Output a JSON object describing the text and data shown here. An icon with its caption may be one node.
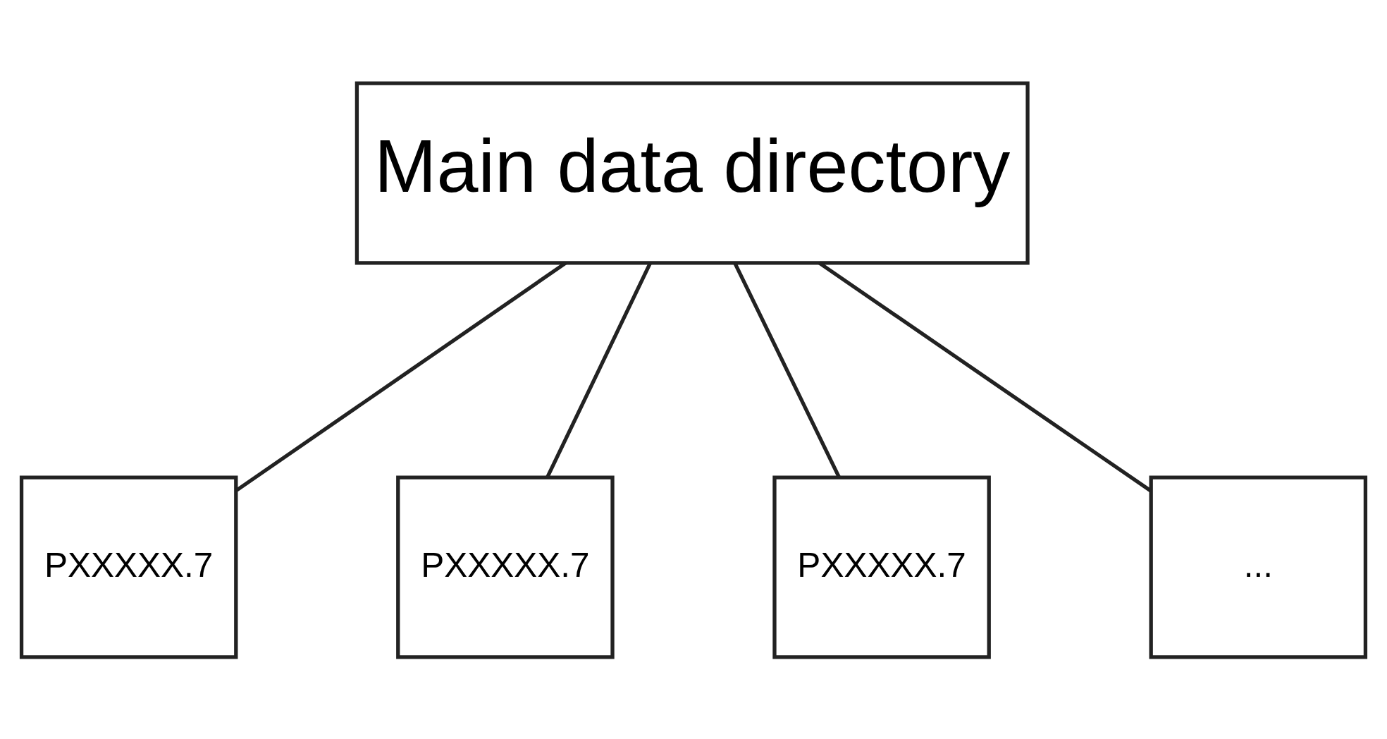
{
  "diagram": {
    "nodes": [
      {
        "text": [
          "Main data directory"
        ]
      },
      {
        "text": [
          "PXXXXX.7"
        ]
      },
      {
        "text": [
          "PXXXXX.7"
        ]
      },
      {
        "text": [
          "PXXXXX.7"
        ]
      },
      {
        "text": [
          "..."
        ]
      }
    ],
    "edges": [
      {
        "from": 0,
        "to": 1,
        "arrow": "none"
      },
      {
        "from": 0,
        "to": 2,
        "arrow": "none"
      },
      {
        "from": 0,
        "to": 3,
        "arrow": "none"
      },
      {
        "from": 0,
        "to": 4,
        "arrow": "none"
      }
    ]
  }
}
